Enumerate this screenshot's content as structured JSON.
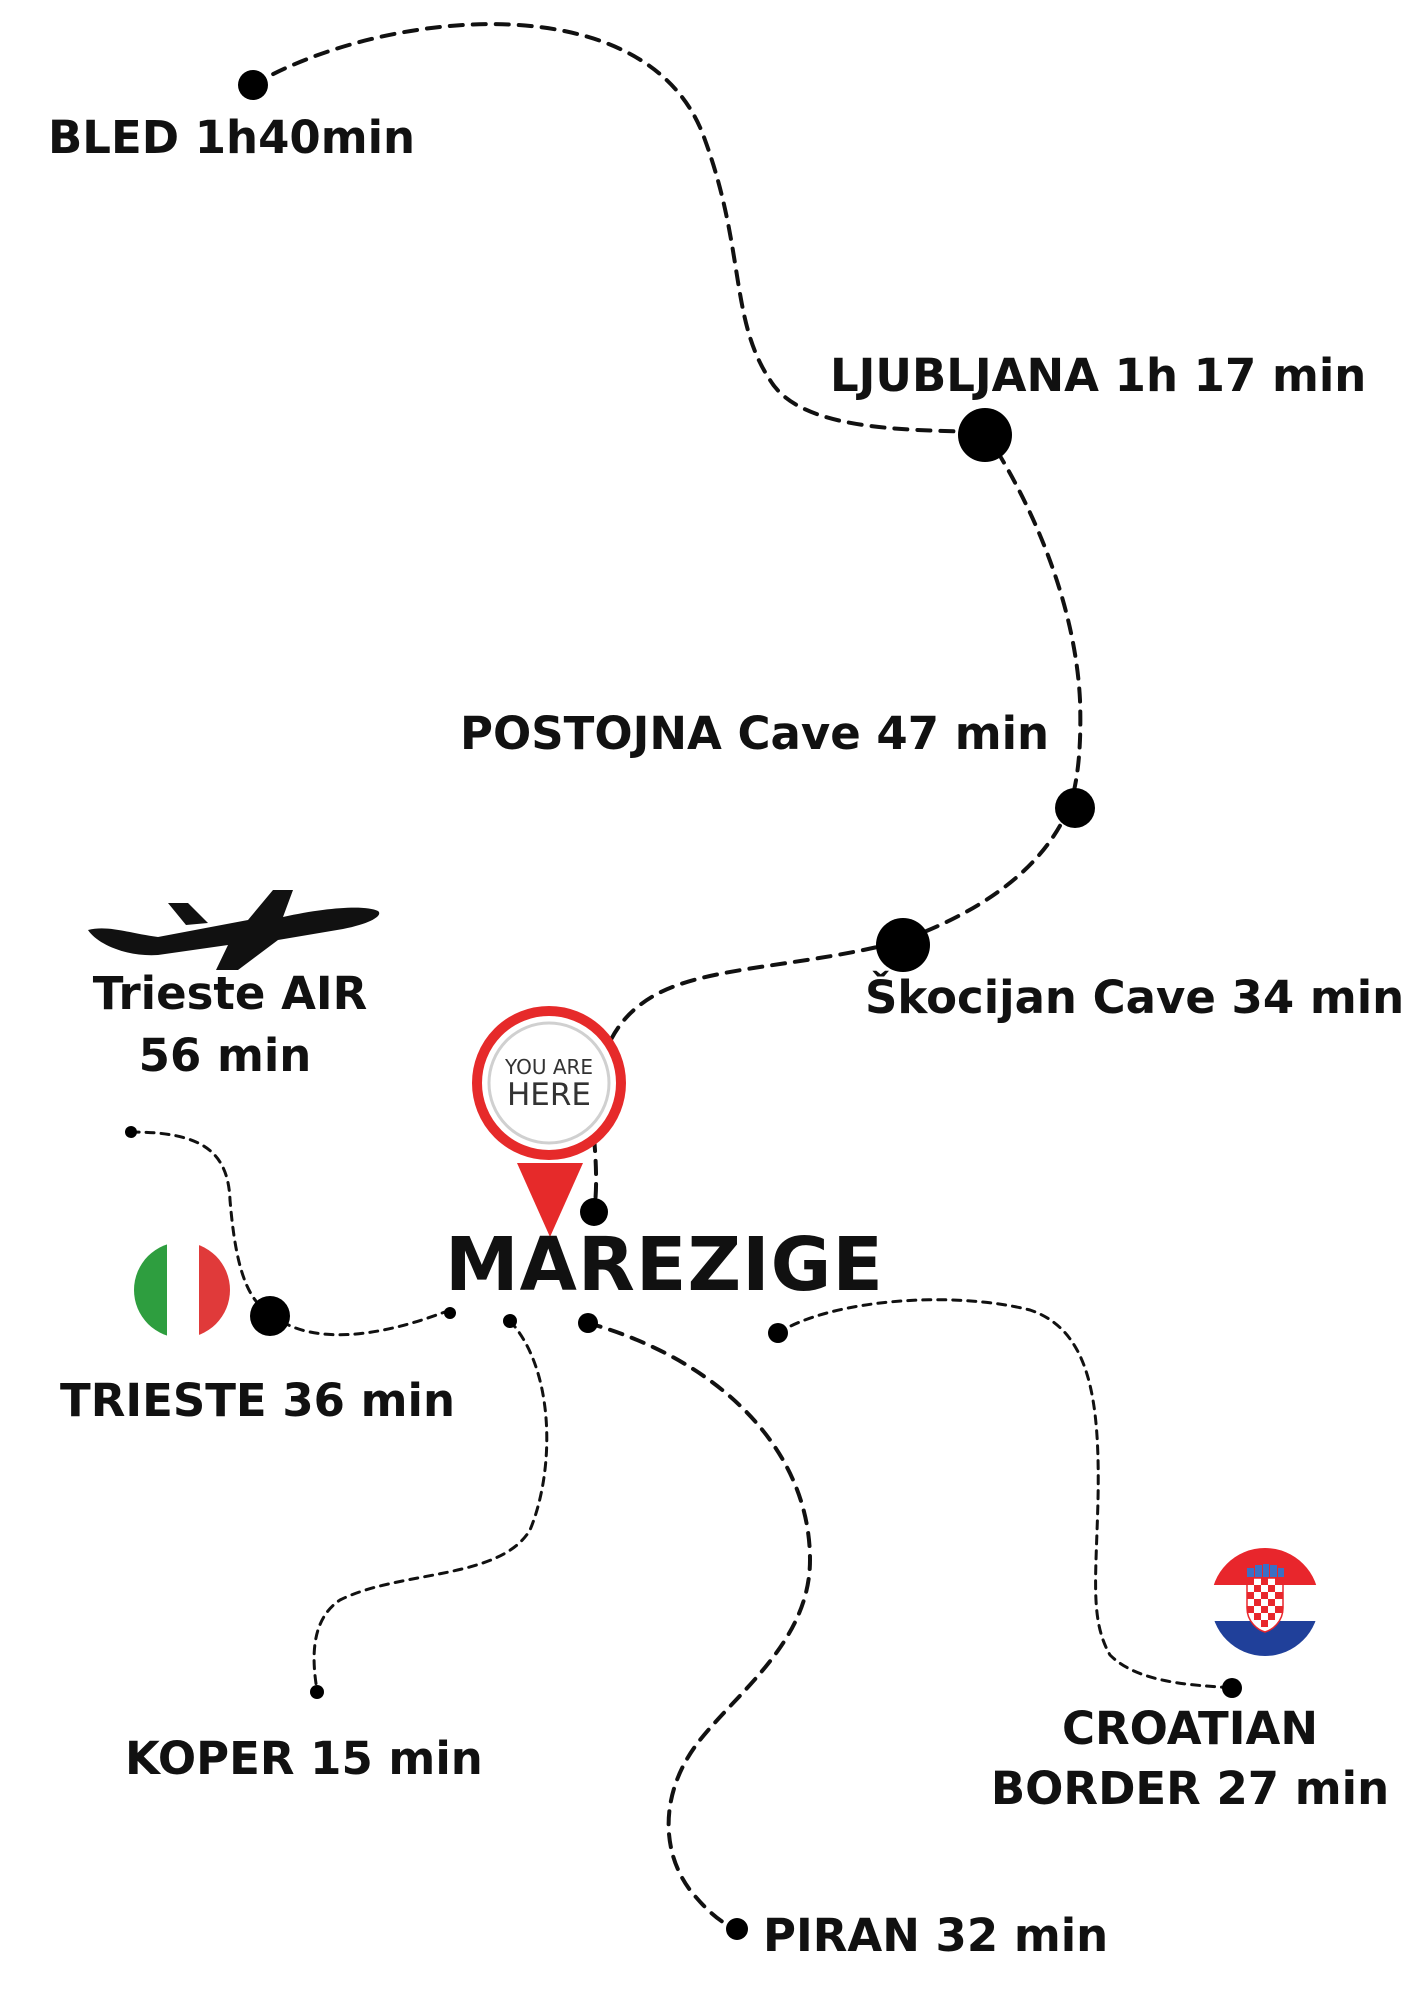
{
  "origin": {
    "name": "MAREZIGE",
    "pin_line1": "YOU ARE",
    "pin_line2": "HERE",
    "pin_color": "#e62a2a"
  },
  "destinations": [
    {
      "id": "bled",
      "label": "BLED 1h40min"
    },
    {
      "id": "ljubljana",
      "label": "LJUBLJANA 1h 17 min"
    },
    {
      "id": "postojna",
      "label": "POSTOJNA Cave 47 min"
    },
    {
      "id": "skocijan",
      "label": "Škocijan Cave 34 min"
    },
    {
      "id": "trieste_air",
      "line1": "Trieste AIR",
      "line2": "56 min"
    },
    {
      "id": "trieste",
      "label": "TRIESTE 36 min"
    },
    {
      "id": "koper",
      "label": "KOPER 15 min"
    },
    {
      "id": "piran",
      "label": "PIRAN 32 min"
    },
    {
      "id": "croatian_border",
      "line1": "CROATIAN",
      "line2": "BORDER  27 min"
    }
  ],
  "icons": {
    "airport": "airplane-icon",
    "italy": "italy-flag-icon",
    "croatia": "croatia-flag-icon"
  },
  "colors": {
    "route": "#111111",
    "italy_green": "#2e9e3f",
    "italy_red": "#e03a3a",
    "croatia_red": "#e8262c",
    "croatia_blue": "#20409a"
  }
}
